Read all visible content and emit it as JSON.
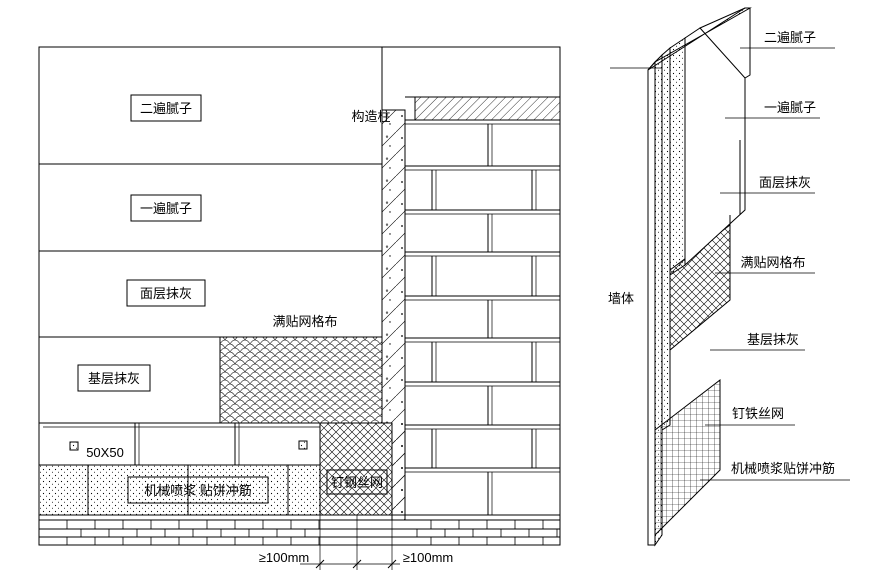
{
  "left_elevation": {
    "labels": {
      "putty_second": "二遍腻子",
      "putty_first": "一遍腻子",
      "finish_plaster": "面层抹灰",
      "mesh_cloth": "满贴网格布",
      "base_plaster": "基层抹灰",
      "spray_screed": "机械喷浆 贴饼冲筋",
      "wire_mesh": "钉钢丝网",
      "column": "构造柱",
      "marker_size": "50X50"
    },
    "dimensions": {
      "left_overlap": "≥100mm",
      "right_overlap": "≥100mm"
    }
  },
  "right_section": {
    "labels": {
      "wall": "墙体",
      "putty_second": "二遍腻子",
      "putty_first": "一遍腻子",
      "finish_plaster": "面层抹灰",
      "mesh_cloth": "满贴网格布",
      "base_plaster": "基层抹灰",
      "wire_mesh": "钉铁丝网",
      "spray_screed": "机械喷浆贴饼冲筋"
    }
  },
  "colors": {
    "line": "#000000",
    "background": "#ffffff"
  }
}
